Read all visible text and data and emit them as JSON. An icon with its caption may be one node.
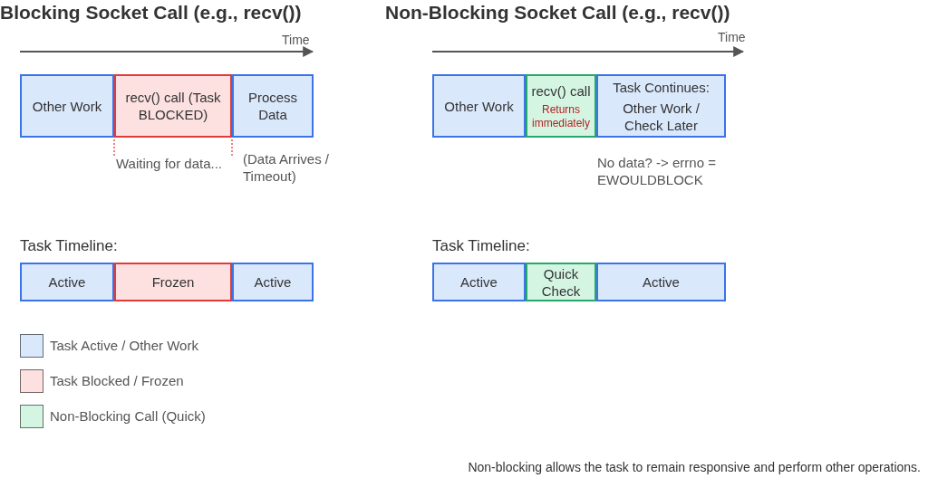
{
  "diagram": {
    "nodes": [
      {
        "text": [
          "Other Work"
        ]
      },
      {
        "text": [
          "recv() call (Task BLOCKED)"
        ]
      },
      {
        "text": [
          "Process Data"
        ]
      },
      {
        "text": [
          "Active"
        ]
      },
      {
        "text": [
          "Frozen"
        ]
      },
      {
        "text": [
          "Active"
        ]
      },
      {
        "text": [
          "Other Work"
        ]
      },
      {
        "text": [
          "recv() call",
          "Returns immediately"
        ]
      },
      {
        "text": [
          "Task Continues:",
          "Other Work / Check Later"
        ]
      },
      {
        "text": [
          "Active"
        ]
      },
      {
        "text": [
          "Quick Check"
        ]
      },
      {
        "text": [
          "Active"
        ]
      }
    ],
    "labels": [
      "Blocking Socket Call (e.g., recv())",
      "Non-Blocking Socket Call (e.g., recv())",
      "Time",
      "Time",
      "Waiting for data...",
      "(Data Arrives / Timeout)",
      "No data? -> errno = EWOULDBLOCK",
      "Task Timeline:",
      "Task Timeline:",
      "Non-blocking allows the task to remain responsive and perform other operations."
    ],
    "legend": [
      {
        "text": "Task Active / Other Work",
        "color": "#dae8fc"
      },
      {
        "text": "Task Blocked / Frozen",
        "color": "#fde0e0"
      },
      {
        "text": "Non-Blocking Call (Quick)",
        "color": "#d5f5e3"
      }
    ]
  }
}
